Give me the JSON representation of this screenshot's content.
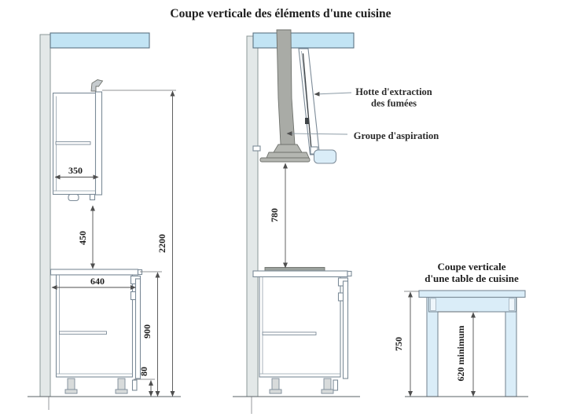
{
  "title": "Coupe verticale des éléments d'une cuisine",
  "annotations": {
    "hood_label_line1": "Hotte d'extraction",
    "hood_label_line2": "des fumées",
    "aspiration_label": "Groupe d'aspiration"
  },
  "wall_unit": {
    "depth_mm": "350",
    "gap_to_worktop_mm": "450",
    "total_height_mm": "2200"
  },
  "base_unit": {
    "worktop_depth_mm": "640",
    "height_mm": "900",
    "plinth_mm": "80"
  },
  "hood": {
    "clearance_mm": "780"
  },
  "table_section": {
    "title_line1": "Coupe verticale",
    "title_line2": "d'une table de cuisine",
    "height_mm": "750",
    "knee_clearance_mm": "620 minimum"
  },
  "colors": {
    "ceiling": "#c2e4f4",
    "furniture_light": "#daedf8",
    "wall": "#e3e8e8",
    "duct": "#a9aba6",
    "funnel": "#b4b6b1",
    "cooktop": "#9aa09c",
    "bracket": "#c6cbce",
    "outline": "#7c8b98",
    "dimension": "#4f4f4f",
    "text": "#1e1e1e"
  }
}
